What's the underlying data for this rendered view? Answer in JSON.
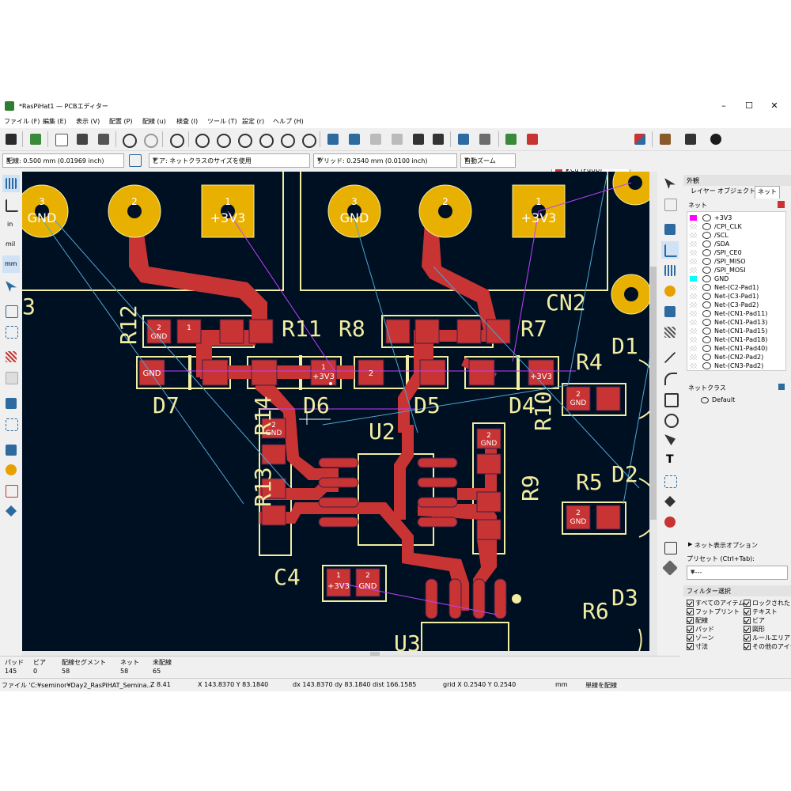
{
  "window": {
    "title": "*RasPiHat1 — PCBエディター",
    "min": "–",
    "max": "☐",
    "close": "✕"
  },
  "menu": [
    "ファイル (F)",
    "編集 (E)",
    "表示 (V)",
    "配置 (P)",
    "配線 (u)",
    "検査 (I)",
    "ツール (T)",
    "設定 (r)",
    "ヘルプ (H)"
  ],
  "toolbar": {
    "layer": "F.Cu (PgUp)"
  },
  "options": {
    "track": "配線: 0.500 mm (0.01969 inch)",
    "via": "ビア: ネットクラスのサイズを使用",
    "grid": "グリッド: 0.2540 mm (0.0100 inch)",
    "zoom": "自動ズーム"
  },
  "left_labels": {
    "in": "in",
    "mil": "mil",
    "mm": "mm"
  },
  "pcb": {
    "refs": [
      "R12",
      "R11",
      "R8",
      "R7",
      "CN2",
      "D1",
      "R4",
      "D7",
      "D6",
      "D5",
      "D4",
      "R14",
      "U2",
      "R13",
      "R10",
      "R9",
      "R5",
      "D2",
      "C4",
      "R6",
      "D3",
      "U3",
      "3"
    ],
    "pads": [
      "3",
      "GND",
      "2",
      "1",
      "+3V3",
      "2",
      "GND",
      "1",
      "+3V3",
      "3",
      "GND",
      "2",
      "1",
      "+3V3",
      "2",
      "GND",
      "1",
      "2",
      "GND",
      "1",
      "+3V3",
      "2",
      "GND",
      "1"
    ]
  },
  "panel": {
    "title": "外観",
    "tabs": [
      "レイヤー",
      "オブジェクト",
      "ネット"
    ],
    "nets_header": "ネット",
    "nets": [
      "+3V3",
      "/CPI_CLK",
      "/SCL",
      "/SDA",
      "/SPI_CE0",
      "/SPI_MISO",
      "/SPI_MOSI",
      "GND",
      "Net-(C2-Pad1)",
      "Net-(C3-Pad1)",
      "Net-(C3-Pad2)",
      "Net-(CN1-Pad11)",
      "Net-(CN1-Pad13)",
      "Net-(CN1-Pad15)",
      "Net-(CN1-Pad18)",
      "Net-(CN1-Pad40)",
      "Net-(CN2-Pad2)",
      "Net-(CN3-Pad2)"
    ],
    "net_colors": {
      "+3V3": "#ff00ff",
      "GND": "#00ffff"
    },
    "netclass_header": "ネットクラス",
    "netclass": "Default",
    "net_display_options": "ネット表示オプション",
    "preset_label": "プリセット (Ctrl+Tab):",
    "preset_value": "-----",
    "filter_title": "フィルター選択",
    "filters_left": [
      "すべてのアイテム",
      "フットプリント",
      "配線",
      "パッド",
      "ゾーン",
      "寸法"
    ],
    "filters_right": [
      "ロックされたアイ",
      "テキスト",
      "ビア",
      "図形",
      "ルールエリア",
      "その他のアイテ"
    ]
  },
  "info": {
    "headers": [
      "パッド",
      "ビア",
      "配線セグメント",
      "ネット",
      "未配線"
    ],
    "values": [
      "145",
      "0",
      "58",
      "58",
      "65"
    ]
  },
  "status": {
    "file": "ファイル 'C:¥seminor¥Day2_RasPiHAT_Semina...",
    "zoom": "Z 8.41",
    "xy": "X 143.8370  Y 83.1840",
    "dxy": "dx 143.8370  dy 83.1840  dist 166.1585",
    "grid": "grid X 0.2540  Y 0.2540",
    "units": "mm",
    "mode": "単線を配線"
  },
  "colors": {
    "board": "#001023",
    "copper": "#c83434",
    "silk": "#f2eda1",
    "pad": "#e8b000",
    "ratsnest": "#4fa4d0",
    "netline": "#c040ff"
  }
}
